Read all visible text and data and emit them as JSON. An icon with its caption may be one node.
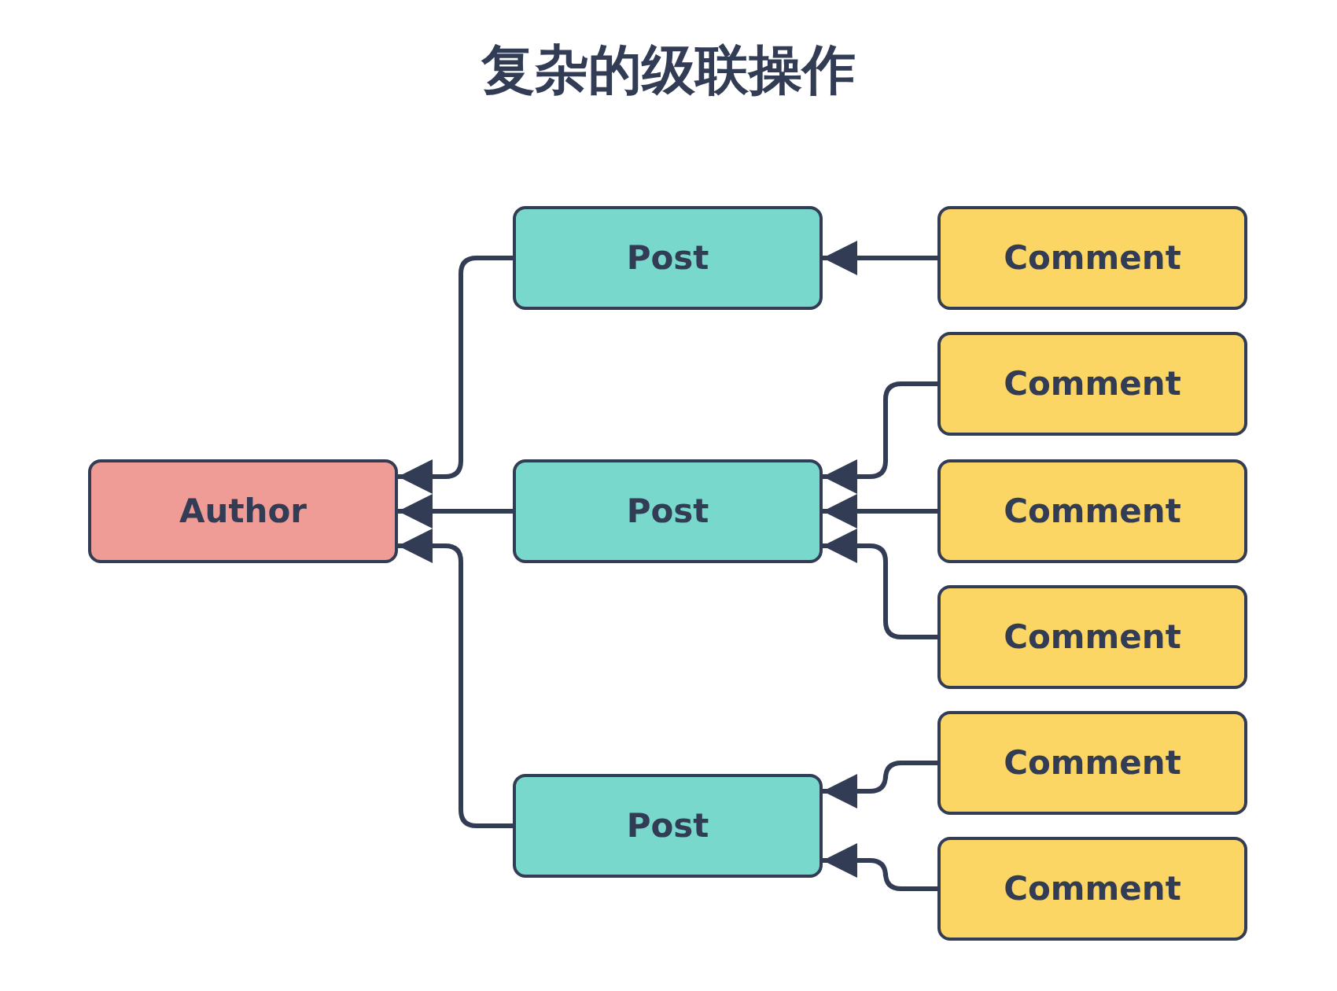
{
  "diagram": {
    "title": "复杂的级联操作",
    "nodes": [
      {
        "text": [
          "Author"
        ]
      },
      {
        "text": [
          "Post"
        ]
      },
      {
        "text": [
          "Post"
        ]
      },
      {
        "text": [
          "Post"
        ]
      },
      {
        "text": [
          "Comment"
        ]
      },
      {
        "text": [
          "Comment"
        ]
      },
      {
        "text": [
          "Comment"
        ]
      },
      {
        "text": [
          "Comment"
        ]
      },
      {
        "text": [
          "Comment"
        ]
      },
      {
        "text": [
          "Comment"
        ]
      }
    ],
    "edges": [
      {
        "from": 1,
        "to": 0,
        "arrow": "to"
      },
      {
        "from": 2,
        "to": 0,
        "arrow": "to"
      },
      {
        "from": 3,
        "to": 0,
        "arrow": "to"
      },
      {
        "from": 4,
        "to": 1,
        "arrow": "to"
      },
      {
        "from": 5,
        "to": 2,
        "arrow": "to"
      },
      {
        "from": 6,
        "to": 2,
        "arrow": "to"
      },
      {
        "from": 7,
        "to": 2,
        "arrow": "to"
      },
      {
        "from": 8,
        "to": 3,
        "arrow": "to"
      },
      {
        "from": 9,
        "to": 3,
        "arrow": "to"
      }
    ]
  }
}
